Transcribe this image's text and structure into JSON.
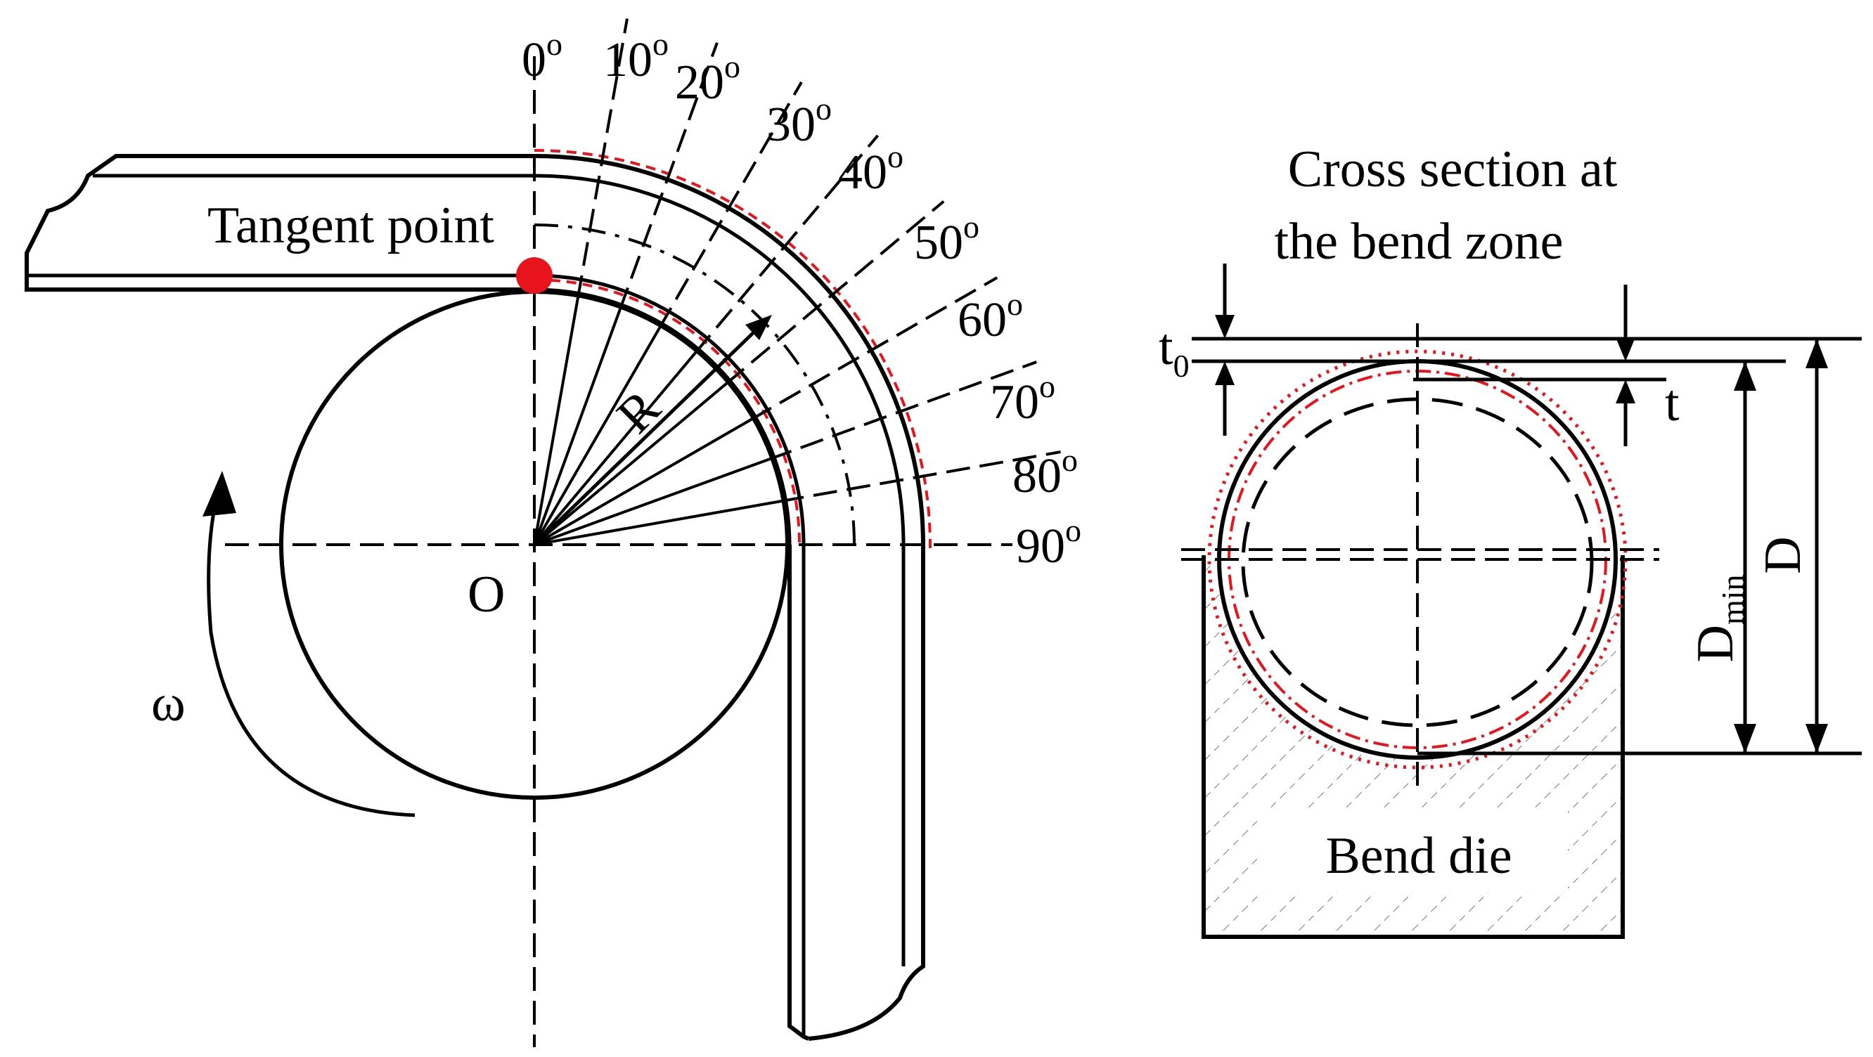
{
  "colors": {
    "line": "#000000",
    "accent": "#e8141c",
    "background": "#ffffff"
  },
  "left": {
    "angle_labels": [
      "0",
      "10",
      "20",
      "30",
      "40",
      "50",
      "60",
      "70",
      "80",
      "90"
    ],
    "angle_unit": "o",
    "tangent_label": "Tangent point",
    "radius_label": "R",
    "center_label": "O",
    "omega_label": "ω"
  },
  "right": {
    "title_line1": "Cross section at",
    "title_line2": "the bend zone",
    "t0_label": "t",
    "t0_sub": "0",
    "t_label": "t",
    "dmin_label": "D",
    "dmin_sub": "min",
    "d_label": "D",
    "die_label": "Bend die"
  }
}
